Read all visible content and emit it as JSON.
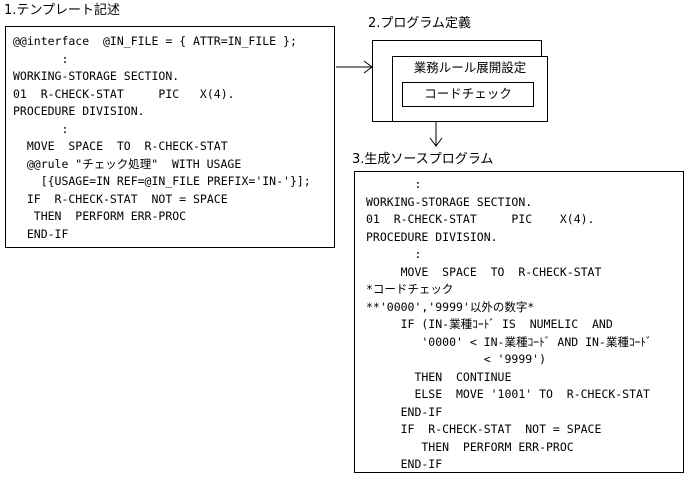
{
  "template_section": {
    "title": "1.テンプレート記述",
    "lines": [
      "@@interface  @IN_FILE = { ATTR=IN_FILE };",
      "       :",
      "WORKING-STORAGE SECTION.",
      "01  R-CHECK-STAT     PIC   X(4).",
      "PROCEDURE DIVISION.",
      "       :",
      "  MOVE  SPACE  TO  R-CHECK-STAT",
      "  @@rule \"チェック処理\"  WITH USAGE",
      "    [{USAGE=IN REF=@IN_FILE PREFIX='IN-'}];",
      "  IF  R-CHECK-STAT  NOT = SPACE",
      "   THEN  PERFORM ERR-PROC",
      "  END-IF"
    ]
  },
  "program_definition": {
    "title": "2.プログラム定義",
    "outer_label": "業務ルール展開設定",
    "inner_label": "コードチェック"
  },
  "generated_source": {
    "title": "3.生成ソースプログラム",
    "lines": [
      "       :",
      "WORKING-STORAGE SECTION.",
      "01  R-CHECK-STAT     PIC    X(4).",
      "PROCEDURE DIVISION.",
      "       :",
      "     MOVE  SPACE  TO  R-CHECK-STAT",
      "*コードチェック",
      "**'0000','9999'以外の数字*",
      "     IF (IN-業種ｺｰﾄﾞ IS  NUMELIC  AND",
      "        '0000' < IN-業種ｺｰﾄﾞ AND IN-業種ｺｰﾄﾞ",
      "                 < '9999')",
      "       THEN  CONTINUE",
      "       ELSE  MOVE '1001' TO  R-CHECK-STAT",
      "     END-IF",
      "     IF  R-CHECK-STAT  NOT = SPACE",
      "        THEN  PERFORM ERR-PROC",
      "     END-IF"
    ]
  }
}
